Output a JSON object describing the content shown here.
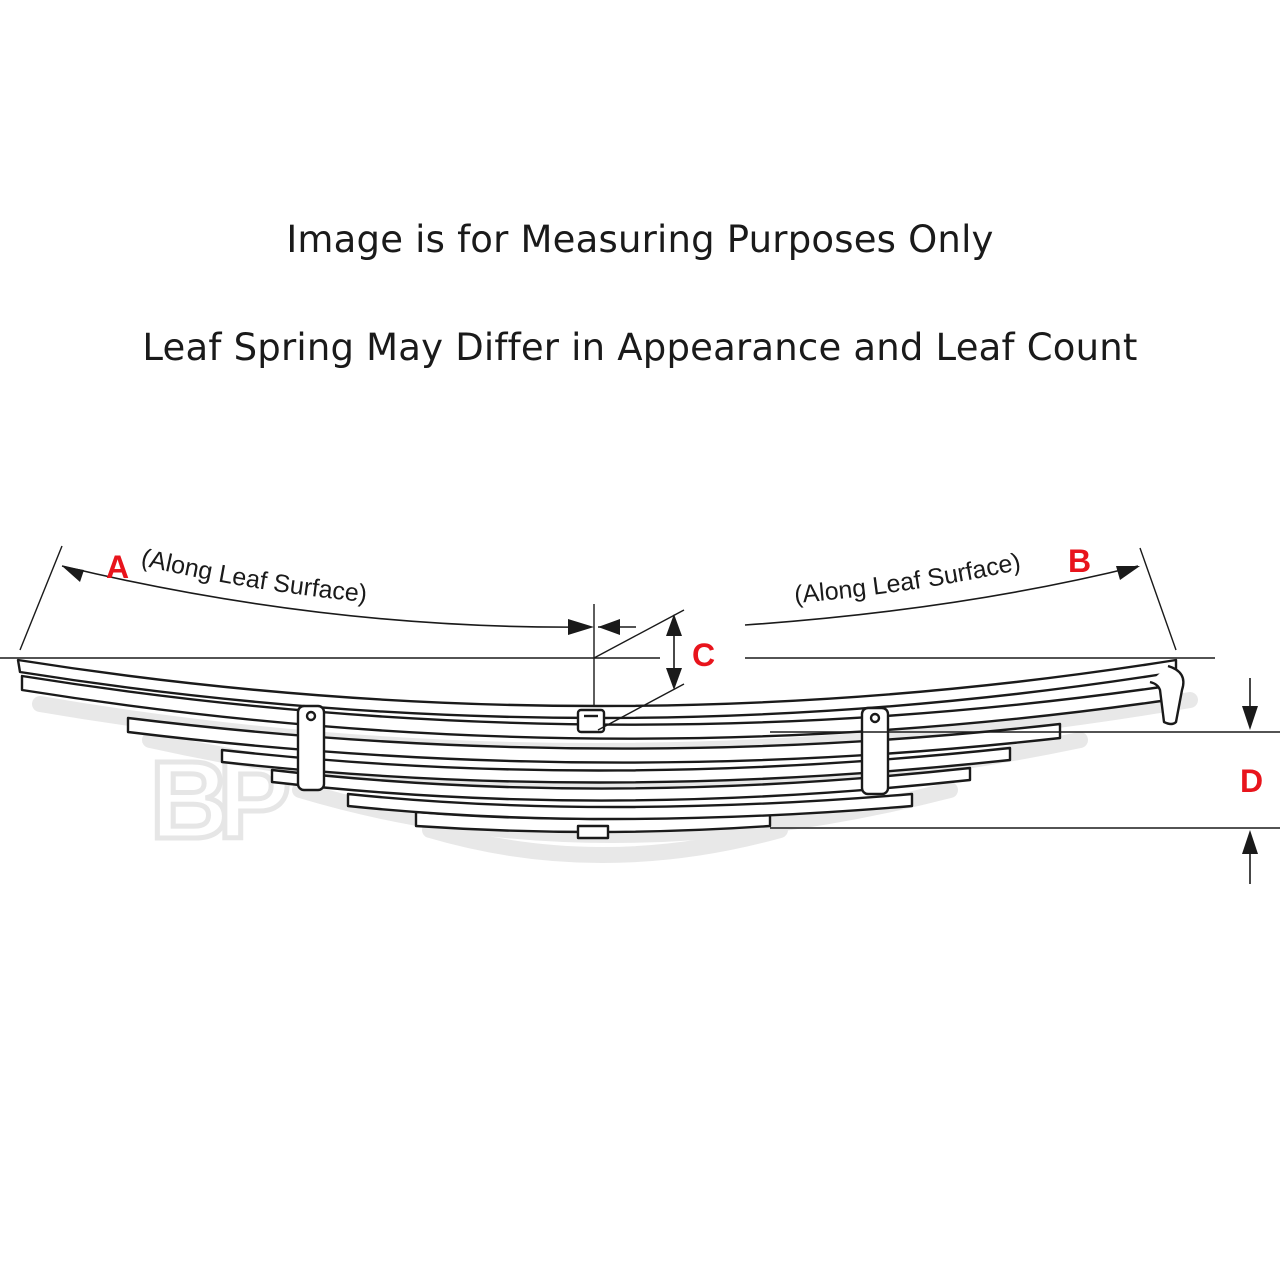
{
  "caption": {
    "line1": "Image is for Measuring Purposes Only",
    "line2": "Leaf Spring May Differ in Appearance and Leaf Count"
  },
  "dimensions": {
    "a": {
      "letter": "A",
      "note": "(Along Leaf Surface)"
    },
    "b": {
      "letter": "B",
      "note": "(Along Leaf Surface)"
    },
    "c": {
      "letter": "C"
    },
    "d": {
      "letter": "D"
    }
  },
  "watermark": "BP",
  "colors": {
    "line": "#1a1a1a",
    "label": "#e8141c",
    "shadow": "#e4e4e4"
  },
  "leaf_count": 7
}
